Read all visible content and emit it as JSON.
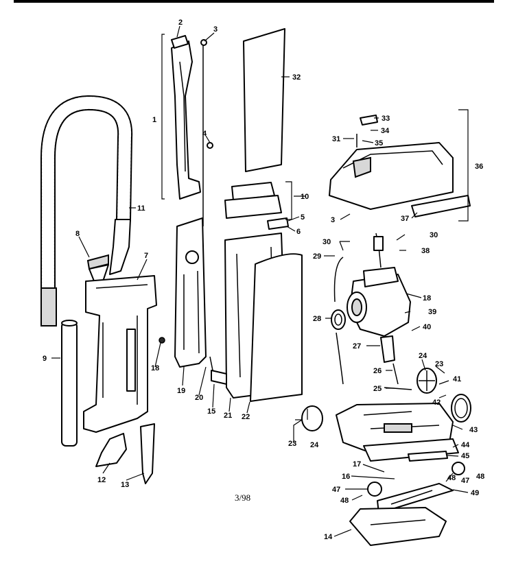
{
  "callouts": {
    "n1": "1",
    "n2": "2",
    "n3a": "3",
    "n3b": "3",
    "n4": "4",
    "n5": "5",
    "n6": "6",
    "n8": "8",
    "n7": "7",
    "n9": "9",
    "n10": "10",
    "n11": "11",
    "n12": "12",
    "n13": "13",
    "n14": "14",
    "n15": "15",
    "n16": "16",
    "n17": "17",
    "n18a": "18",
    "n18b": "18",
    "n19": "19",
    "n20": "20",
    "n21": "21",
    "n22": "22",
    "n23a": "23",
    "n23b": "23",
    "n24a": "24",
    "n24b": "24",
    "n25": "25",
    "n26": "26",
    "n27": "27",
    "n28a": "28",
    "n29": "29",
    "n30a": "30",
    "n30b": "30",
    "n31": "31",
    "n32": "32",
    "n33": "33",
    "n34": "34",
    "n35": "35",
    "n36": "36",
    "n37": "37",
    "n38": "38",
    "n39": "39",
    "n40": "40",
    "n41": "41",
    "n42": "42",
    "n43": "43",
    "n44": "44",
    "n45": "45",
    "n47a": "47",
    "n47b": "47",
    "n48a": "48",
    "n48b": "48",
    "n48c": "48",
    "n49": "49"
  },
  "footer": {
    "date_code": "3/98"
  }
}
